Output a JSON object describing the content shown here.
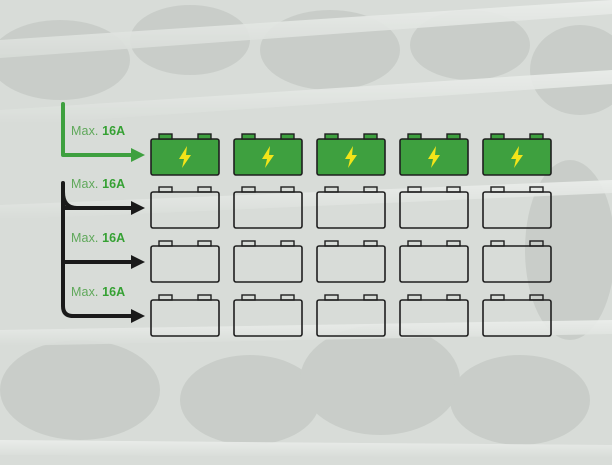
{
  "colors": {
    "charging": "#3ea03f",
    "charging_line": "#3ea03f",
    "idle_line": "#1a1a1a",
    "battery_outline": "#1f1f1f",
    "bolt": "#f2e419",
    "label_prefix": "#5fa85a",
    "label_value": "#35a133",
    "backdrop": "#d8dbd8"
  },
  "rows": [
    {
      "label_prefix": "Max.",
      "label_value": "16A",
      "state": "charging",
      "battery_count": 5
    },
    {
      "label_prefix": "Max.",
      "label_value": "16A",
      "state": "idle",
      "battery_count": 5
    },
    {
      "label_prefix": "Max.",
      "label_value": "16A",
      "state": "idle",
      "battery_count": 5
    },
    {
      "label_prefix": "Max.",
      "label_value": "16A",
      "state": "idle",
      "battery_count": 5
    }
  ],
  "icons": {
    "battery": "battery-icon",
    "bolt": "lightning-bolt-icon",
    "arrow": "arrow-right-icon"
  }
}
